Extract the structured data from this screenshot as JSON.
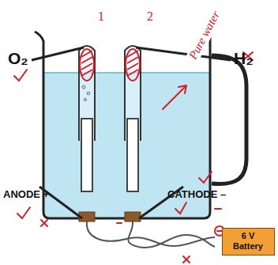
{
  "diagram": {
    "nodes": [
      {
        "text": [
          "6 V Battery"
        ]
      }
    ],
    "labels": [
      "O₂",
      "H₂",
      "1",
      "2",
      "ANODE +",
      "CATHODE –",
      "Pure water"
    ]
  }
}
